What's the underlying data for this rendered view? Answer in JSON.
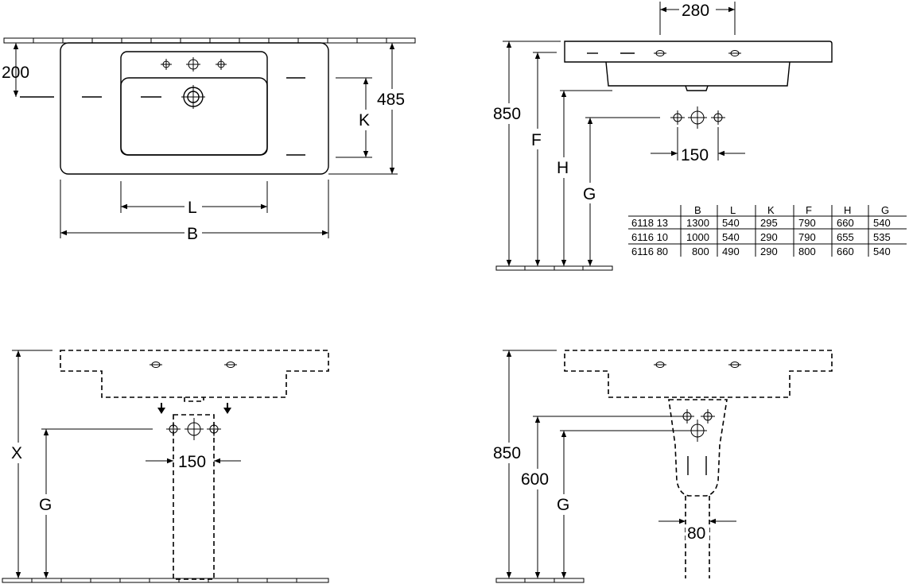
{
  "view_top": {
    "dim_200": "200",
    "dim_485": "485",
    "dim_K": "K",
    "dim_L": "L",
    "dim_B": "B"
  },
  "view_side": {
    "dim_280": "280",
    "dim_850": "850",
    "dim_F": "F",
    "dim_H": "H",
    "dim_G": "G",
    "dim_150": "150"
  },
  "table": {
    "headers": [
      "",
      "B",
      "L",
      "K",
      "F",
      "H",
      "G"
    ],
    "rows": [
      [
        "6118 13",
        "1300",
        "540",
        "295",
        "790",
        "660",
        "540"
      ],
      [
        "6116 10",
        "1000",
        "540",
        "290",
        "790",
        "655",
        "535"
      ],
      [
        "6116 80",
        "800",
        "490",
        "290",
        "800",
        "660",
        "540"
      ]
    ]
  },
  "view_front_pedestal": {
    "dim_X": "X",
    "dim_G": "G",
    "dim_150": "150"
  },
  "view_side_siphon": {
    "dim_850": "850",
    "dim_600": "600",
    "dim_G": "G",
    "dim_80": "80"
  }
}
